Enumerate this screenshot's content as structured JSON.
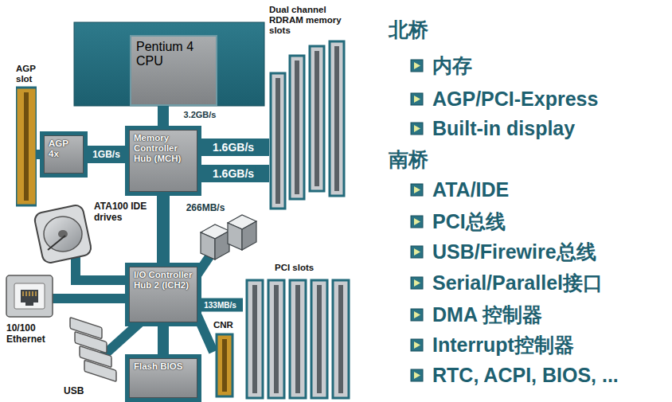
{
  "diagram": {
    "nodes": [
      {
        "text": [
          "Pentium 4 CPU"
        ]
      },
      {
        "text": [
          "Dual channel RDRAM memory slots"
        ]
      },
      {
        "text": [
          "AGP slot"
        ]
      },
      {
        "text": [
          "AGP 4x"
        ]
      },
      {
        "text": [
          "Memory Controller Hub (MCH)"
        ]
      },
      {
        "text": [
          "I/O Controller Hub 2 (ICH2)"
        ]
      },
      {
        "text": [
          "PCI slots"
        ]
      },
      {
        "text": [
          "CNR"
        ]
      },
      {
        "text": [
          "Flash BIOS"
        ]
      }
    ],
    "edges": [
      {
        "from": 0,
        "to": 4,
        "arrow": "none",
        "label": "3.2GB/s"
      },
      {
        "from": 3,
        "to": 4,
        "arrow": "none",
        "label": "1GB/s"
      },
      {
        "from": 4,
        "to": 1,
        "arrow": "none",
        "label": "1.6GB/s"
      },
      {
        "from": 4,
        "to": 1,
        "arrow": "none",
        "label": "1.6GB/s"
      },
      {
        "from": 4,
        "to": 5,
        "arrow": "none",
        "label": "266MB/s"
      },
      {
        "from": 5,
        "to": 6,
        "arrow": "none",
        "label": "133MB/s"
      },
      {
        "from": 5,
        "to": 8,
        "arrow": "none"
      },
      {
        "from": 3,
        "to": 2,
        "arrow": "none"
      },
      {
        "from": 5,
        "to": 7,
        "arrow": "none"
      }
    ],
    "labels": [
      "ATA100 IDE drives",
      "10/100 Ethernet",
      "USB",
      "北桥",
      "内存",
      "AGP/PCI-Express",
      "Built-in display",
      "南桥",
      "ATA/IDE",
      "PCI总线",
      "USB/Firewire总线",
      "Serial/Parallel接口",
      "DMA 控制器",
      "Interrupt控制器",
      "RTC, ACPI, BIOS, ..."
    ]
  }
}
